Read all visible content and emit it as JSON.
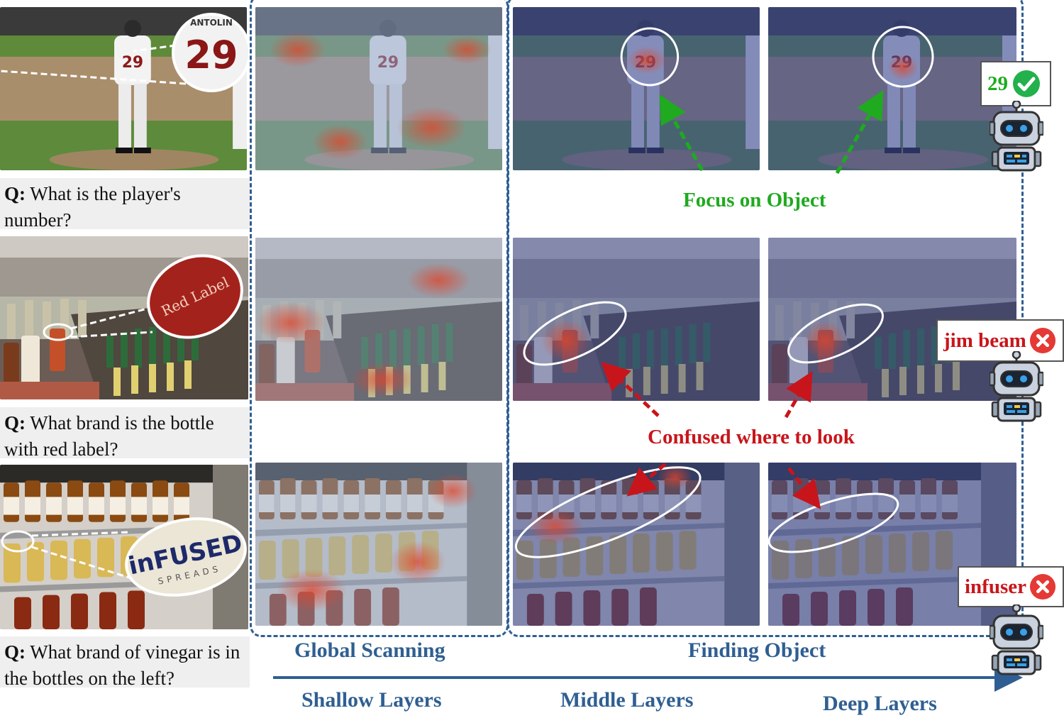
{
  "questions": {
    "q1": {
      "prefix": "Q:",
      "text": "What is the player's number?"
    },
    "q2": {
      "prefix": "Q:",
      "text": "What brand is the bottle with red label?"
    },
    "q3": {
      "prefix": "Q:",
      "text": "What brand of vinegar is in the bottles on the left?"
    }
  },
  "zoom_text": {
    "jersey_name": "ANTOLIN",
    "jersey_number": "29",
    "bottle_label": "Red Label",
    "vinegar_brand": "inFUSED",
    "vinegar_sub": "SPREADS"
  },
  "stages": {
    "global": "Global Scanning",
    "finding": "Finding Object"
  },
  "layers": {
    "shallow": "Shallow Layers",
    "middle": "Middle Layers",
    "deep": "Deep Layers"
  },
  "annotations": {
    "focus": "Focus on Object",
    "confused": "Confused where to look"
  },
  "answers": {
    "a1": {
      "text": "29",
      "status": "correct"
    },
    "a2": {
      "text": "jim beam",
      "status": "wrong"
    },
    "a3": {
      "text": "infuser",
      "status": "wrong"
    }
  },
  "colors": {
    "stage_blue": "#2f5f92",
    "focus_green": "#1faa1f",
    "confused_red": "#c8151b",
    "check_green": "#22b14c",
    "cross_red": "#e53935"
  },
  "icons": [
    "check-icon",
    "cross-icon",
    "robot-icon",
    "arrow-icon"
  ]
}
